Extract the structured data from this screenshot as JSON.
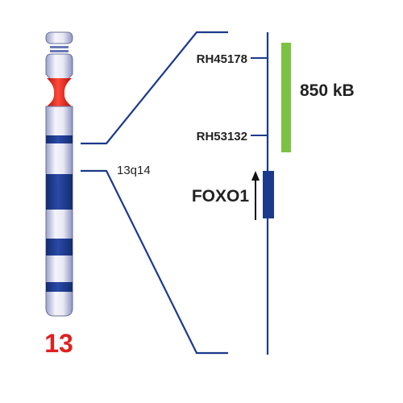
{
  "chromosome": {
    "number": "13",
    "band": "13q14"
  },
  "markers": {
    "top": "RH45178",
    "bottom": "RH53132"
  },
  "region": {
    "size_label": "850 kB"
  },
  "gene": {
    "name": "FOXO1"
  },
  "colors": {
    "band_dark": "#1b3a8c",
    "centromere": "#e02020",
    "number_text": "#e02020",
    "guide_line": "#1b3a8c",
    "region_bar": "#7cc242",
    "gene_box": "#1b3a8c",
    "arrow": "#111111"
  }
}
